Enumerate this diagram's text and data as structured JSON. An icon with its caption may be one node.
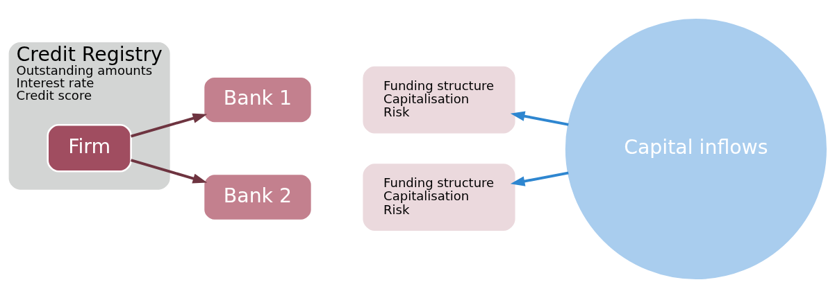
{
  "diagram": {
    "nodes": [
      {
        "text": [
          "Credit Registry",
          "Outstanding amounts",
          "Interest rate",
          "Credit score"
        ]
      },
      {
        "text": [
          "Firm"
        ],
        "in": 0
      },
      {
        "text": [
          "Bank 1"
        ]
      },
      {
        "text": [
          "Funding structure",
          "Capitalisation",
          "Risk"
        ]
      },
      {
        "text": [
          "Bank 2"
        ]
      },
      {
        "text": [
          "Funding structure",
          "Capitalisation",
          "Risk"
        ]
      },
      {
        "text": [
          "Capital inflows"
        ]
      }
    ],
    "edges": [
      {
        "from": 1,
        "to": 2,
        "arrow": "to"
      },
      {
        "from": 1,
        "to": 4,
        "arrow": "to"
      },
      {
        "from": 6,
        "to": 3,
        "arrow": "to",
        "color": "#2e86d0"
      },
      {
        "from": 6,
        "to": 5,
        "arrow": "to",
        "color": "#2e86d0"
      }
    ]
  }
}
